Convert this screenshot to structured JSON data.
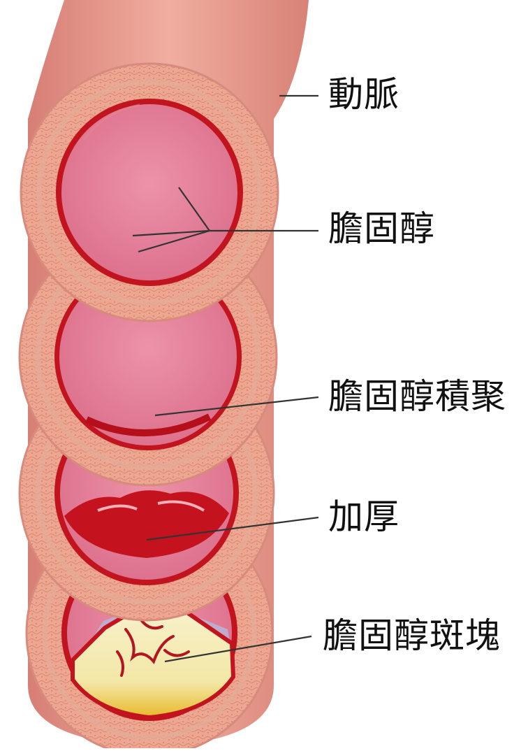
{
  "labels": {
    "artery": "動脈",
    "cholesterol": "膽固醇",
    "accumulation": "膽固醇積聚",
    "thickening": "加厚",
    "plaque": "膽固醇斑塊"
  },
  "colors": {
    "background": "#ffffff",
    "artery_outer": "#e9a08e",
    "wall_band": "#eda791",
    "lumen": "#e27b94",
    "intima_red": "#c2141f",
    "plaque_fill": "#f6efc4",
    "plaque_yellow": "#ecc233",
    "leader_line": "#333333"
  }
}
